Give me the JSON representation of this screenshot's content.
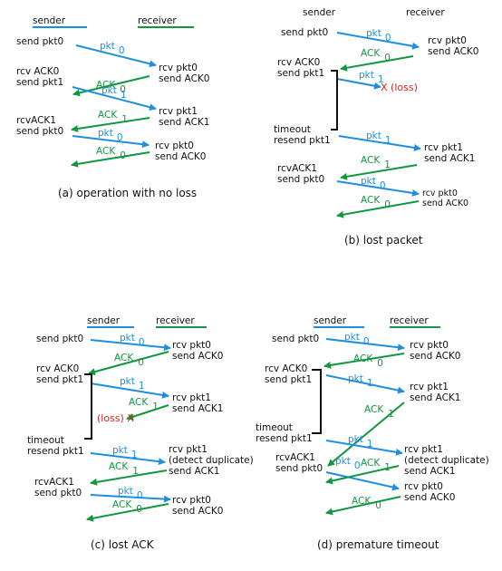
{
  "colors": {
    "packet": "#1e8fe0",
    "ack": "#129640",
    "loss": "#e02020",
    "text": "#111111"
  },
  "headers": {
    "sender": "sender",
    "receiver": "receiver"
  },
  "panels": [
    {
      "id": "a",
      "caption": "(a) operation with no loss",
      "sender_events": [
        "send pkt0",
        "rcv ACK0",
        "send pkt1",
        "rcvACK1",
        "send pkt0"
      ],
      "receiver_events": [
        "rcv pkt0",
        "send ACK0",
        "rcv pkt1",
        "send ACK1",
        "rcv pkt0",
        "send ACK0"
      ],
      "messages": [
        {
          "kind": "pkt",
          "label": "pkt",
          "seq": "0"
        },
        {
          "kind": "ack",
          "label": "ACK",
          "seq": "0"
        },
        {
          "kind": "pkt",
          "label": "pkt",
          "seq": "1"
        },
        {
          "kind": "ack",
          "label": "ACK",
          "seq": "1"
        },
        {
          "kind": "pkt",
          "label": "pkt",
          "seq": "0"
        },
        {
          "kind": "ack",
          "label": "ACK",
          "seq": "0"
        }
      ]
    },
    {
      "id": "b",
      "caption": "(b) lost packet",
      "sender_events": [
        "send pkt0",
        "rcv ACK0",
        "send pkt1",
        "timeout",
        "resend pkt1",
        "rcvACK1",
        "send pkt0"
      ],
      "receiver_events": [
        "rcv pkt0",
        "send ACK0",
        "rcv pkt1",
        "send ACK1",
        "rcv pkt0",
        "send ACK0"
      ],
      "loss": "X (loss)",
      "messages": [
        {
          "kind": "pkt",
          "label": "pkt",
          "seq": "0"
        },
        {
          "kind": "ack",
          "label": "ACK",
          "seq": "0"
        },
        {
          "kind": "pkt",
          "label": "pkt",
          "seq": "1"
        },
        {
          "kind": "pkt",
          "label": "pkt",
          "seq": "1"
        },
        {
          "kind": "ack",
          "label": "ACK",
          "seq": "1"
        },
        {
          "kind": "pkt",
          "label": "pkt",
          "seq": "0"
        },
        {
          "kind": "ack",
          "label": "ACK",
          "seq": "0"
        }
      ]
    },
    {
      "id": "c",
      "caption": "(c) lost ACK",
      "sender_events": [
        "send pkt0",
        "rcv ACK0",
        "send pkt1",
        "timeout",
        "resend pkt1",
        "rcvACK1",
        "send pkt0"
      ],
      "receiver_events": [
        "rcv pkt0",
        "send ACK0",
        "rcv pkt1",
        "send ACK1",
        "rcv pkt1",
        "(detect duplicate)",
        "send ACK1",
        "rcv pkt0",
        "send ACK0"
      ],
      "loss": "(loss) X",
      "messages": [
        {
          "kind": "pkt",
          "label": "pkt",
          "seq": "0"
        },
        {
          "kind": "ack",
          "label": "ACK",
          "seq": "0"
        },
        {
          "kind": "pkt",
          "label": "pkt",
          "seq": "1"
        },
        {
          "kind": "ack",
          "label": "ACK",
          "seq": "1"
        },
        {
          "kind": "pkt",
          "label": "pkt",
          "seq": "1"
        },
        {
          "kind": "ack",
          "label": "ACK",
          "seq": "1"
        },
        {
          "kind": "pkt",
          "label": "pkt",
          "seq": "0"
        },
        {
          "kind": "ack",
          "label": "ACK",
          "seq": "0"
        }
      ]
    },
    {
      "id": "d",
      "caption": "(d) premature timeout",
      "sender_events": [
        "send pkt0",
        "rcv ACK0",
        "send pkt1",
        "timeout",
        "resend pkt1",
        "rcvACK1",
        "send pkt0"
      ],
      "receiver_events": [
        "rcv pkt0",
        "send ACK0",
        "rcv pkt1",
        "send ACK1",
        "rcv pkt1",
        "(detect duplicate)",
        "send ACK1",
        "rcv pkt0",
        "send ACK0"
      ],
      "messages": [
        {
          "kind": "pkt",
          "label": "pkt",
          "seq": "0"
        },
        {
          "kind": "ack",
          "label": "ACK",
          "seq": "0"
        },
        {
          "kind": "pkt",
          "label": "pkt",
          "seq": "1"
        },
        {
          "kind": "ack",
          "label": "ACK",
          "seq": "1"
        },
        {
          "kind": "pkt",
          "label": "pkt",
          "seq": "1"
        },
        {
          "kind": "pkt",
          "label": "pkt",
          "seq": "0"
        },
        {
          "kind": "ack",
          "label": "ACK",
          "seq": "1"
        },
        {
          "kind": "ack",
          "label": "ACK",
          "seq": "0"
        }
      ]
    }
  ]
}
